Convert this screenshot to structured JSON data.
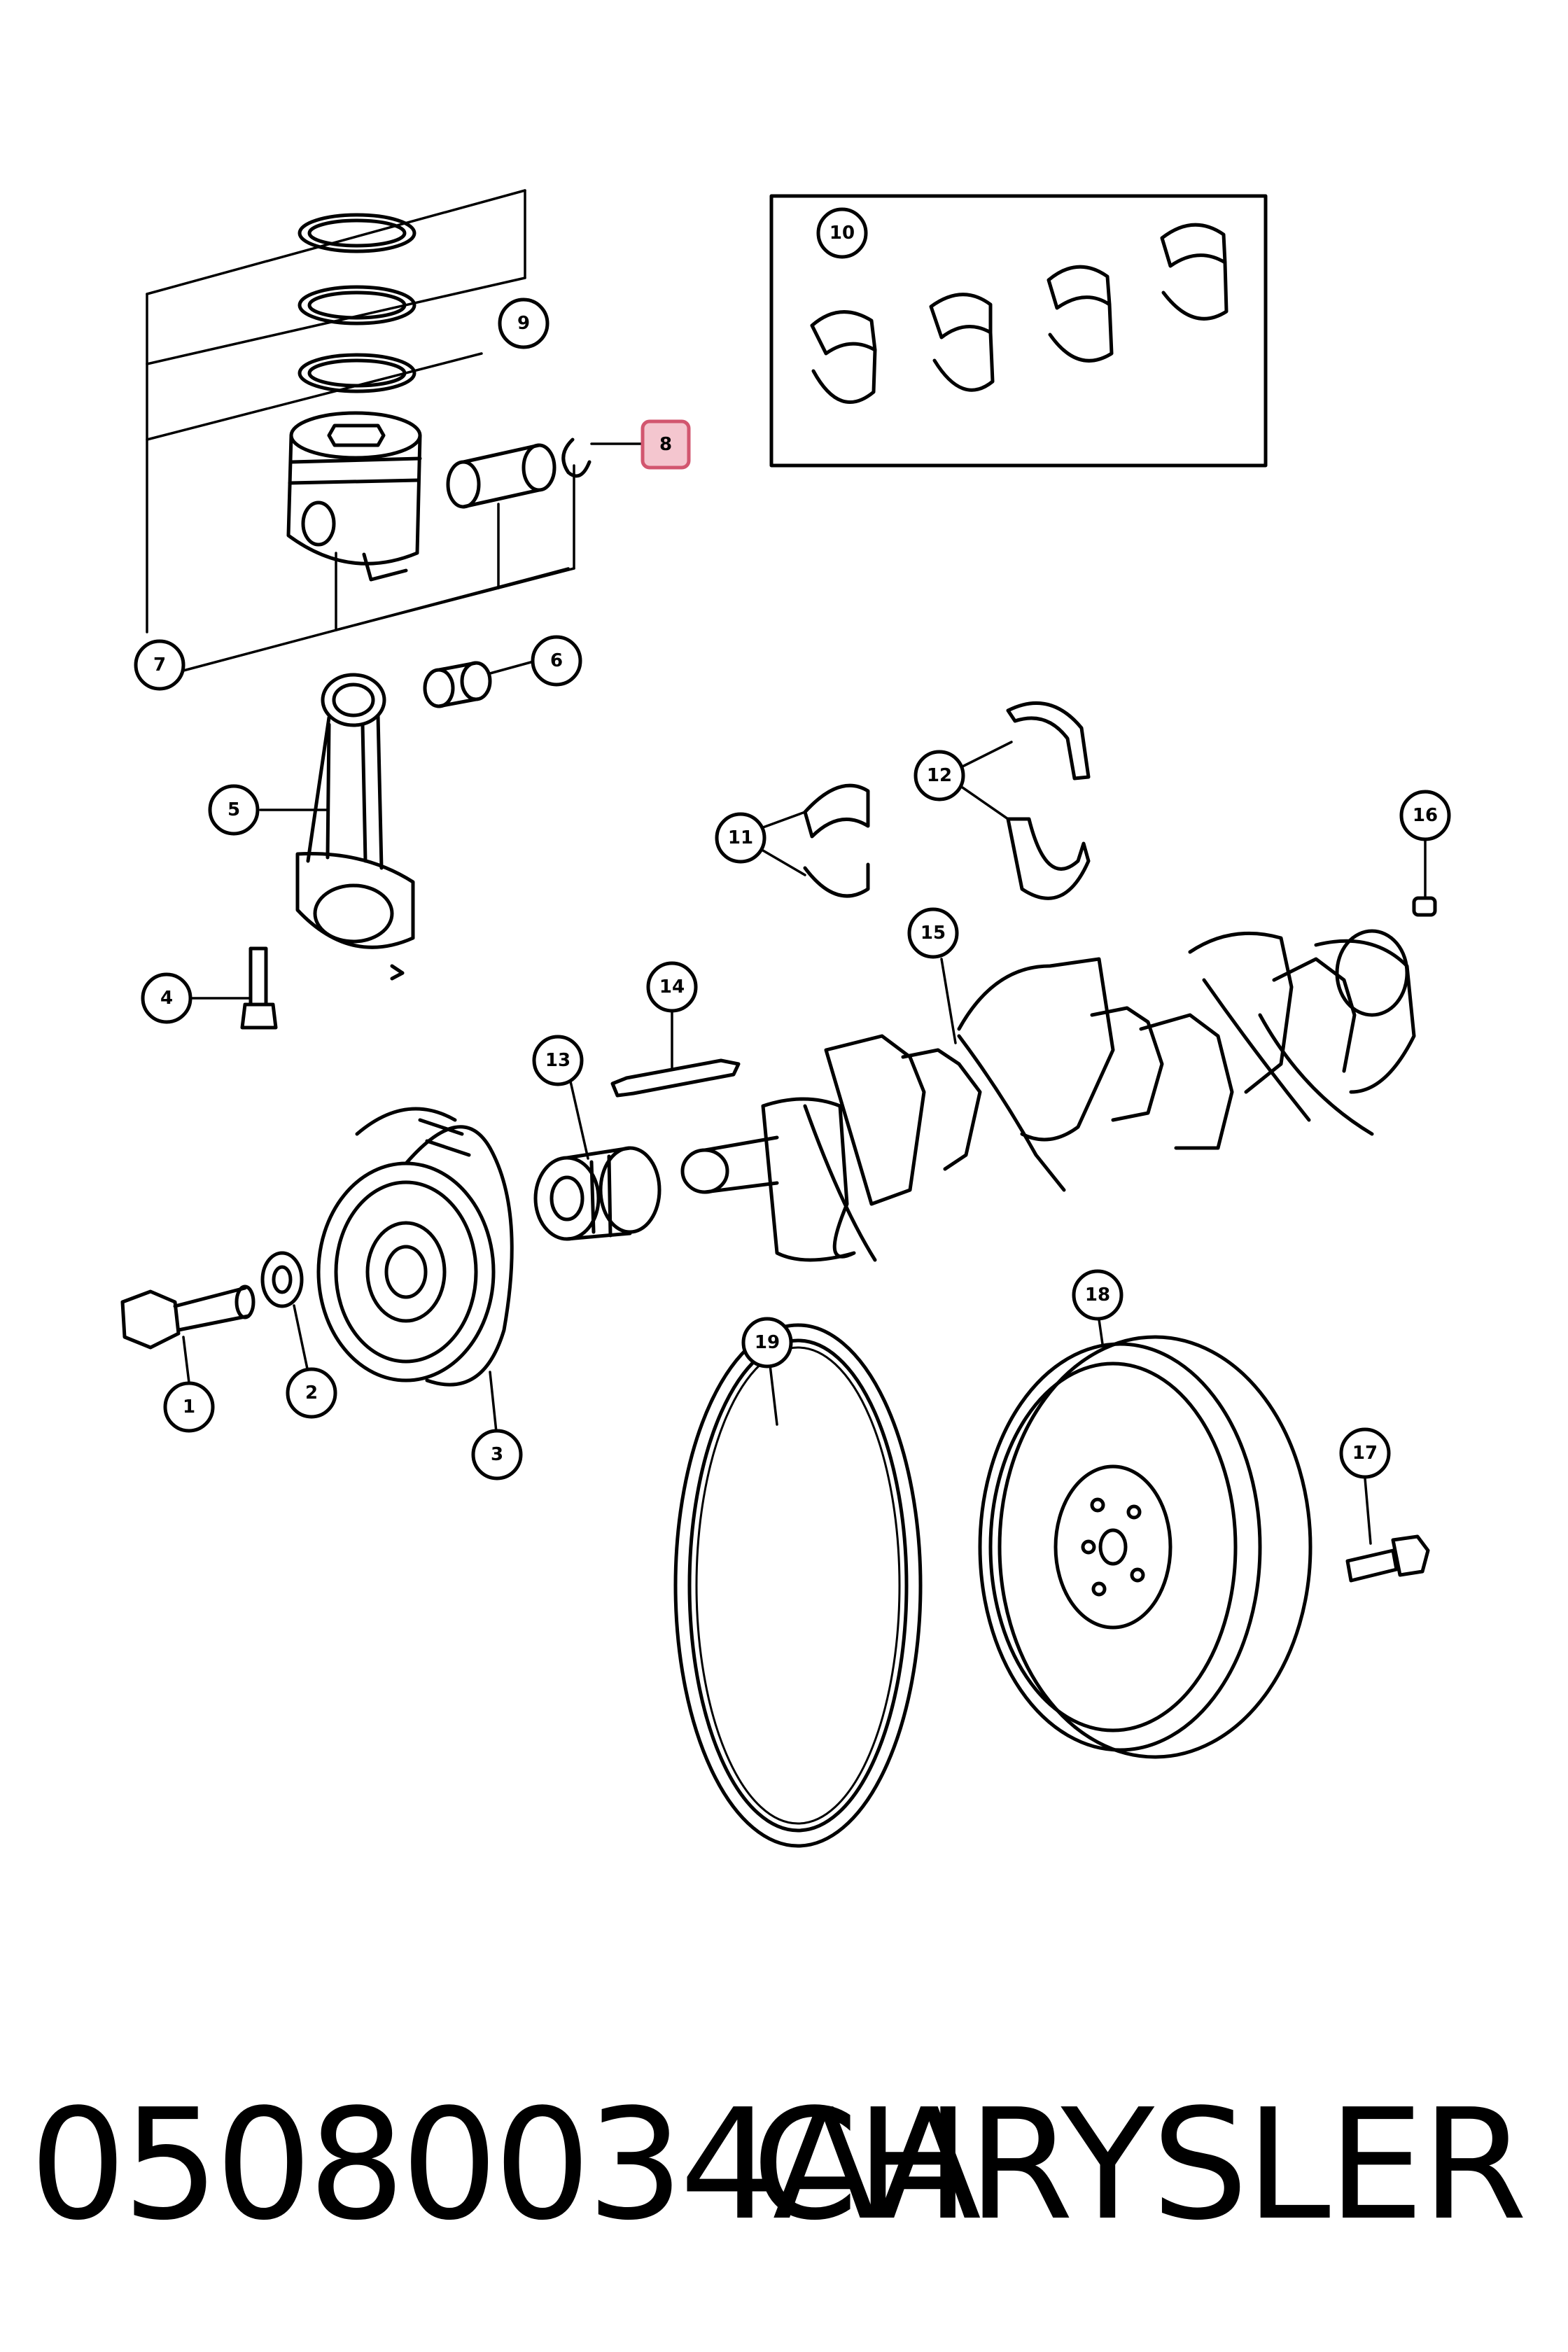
{
  "callouts": [
    {
      "id": "1",
      "label": "1",
      "part": "bolt"
    },
    {
      "id": "2",
      "label": "2",
      "part": "washer"
    },
    {
      "id": "3",
      "label": "3",
      "part": "vibration-damper"
    },
    {
      "id": "4",
      "label": "4",
      "part": "connecting-rod-bolt"
    },
    {
      "id": "5",
      "label": "5",
      "part": "connecting-rod"
    },
    {
      "id": "6",
      "label": "6",
      "part": "rod-bushing"
    },
    {
      "id": "7",
      "label": "7",
      "part": "piston-assembly"
    },
    {
      "id": "8",
      "label": "8",
      "part": "piston-pin-retainer",
      "highlighted": true
    },
    {
      "id": "9",
      "label": "9",
      "part": "piston-rings"
    },
    {
      "id": "10",
      "label": "10",
      "part": "rod-bearing-set"
    },
    {
      "id": "11",
      "label": "11",
      "part": "main-bearing"
    },
    {
      "id": "12",
      "label": "12",
      "part": "thrust-washer"
    },
    {
      "id": "13",
      "label": "13",
      "part": "crankshaft-sprocket"
    },
    {
      "id": "14",
      "label": "14",
      "part": "key"
    },
    {
      "id": "15",
      "label": "15",
      "part": "crankshaft"
    },
    {
      "id": "16",
      "label": "16",
      "part": "dowel-pin"
    },
    {
      "id": "17",
      "label": "17",
      "part": "flywheel-bolt"
    },
    {
      "id": "18",
      "label": "18",
      "part": "flywheel"
    },
    {
      "id": "19",
      "label": "19",
      "part": "tone-wheel"
    }
  ],
  "footer": {
    "part_number": "05080034AA",
    "brand": "CHRYSLER"
  },
  "colors": {
    "line": "#000000",
    "highlight_fill": "#f4c6cf",
    "highlight_stroke": "#d2566f"
  }
}
